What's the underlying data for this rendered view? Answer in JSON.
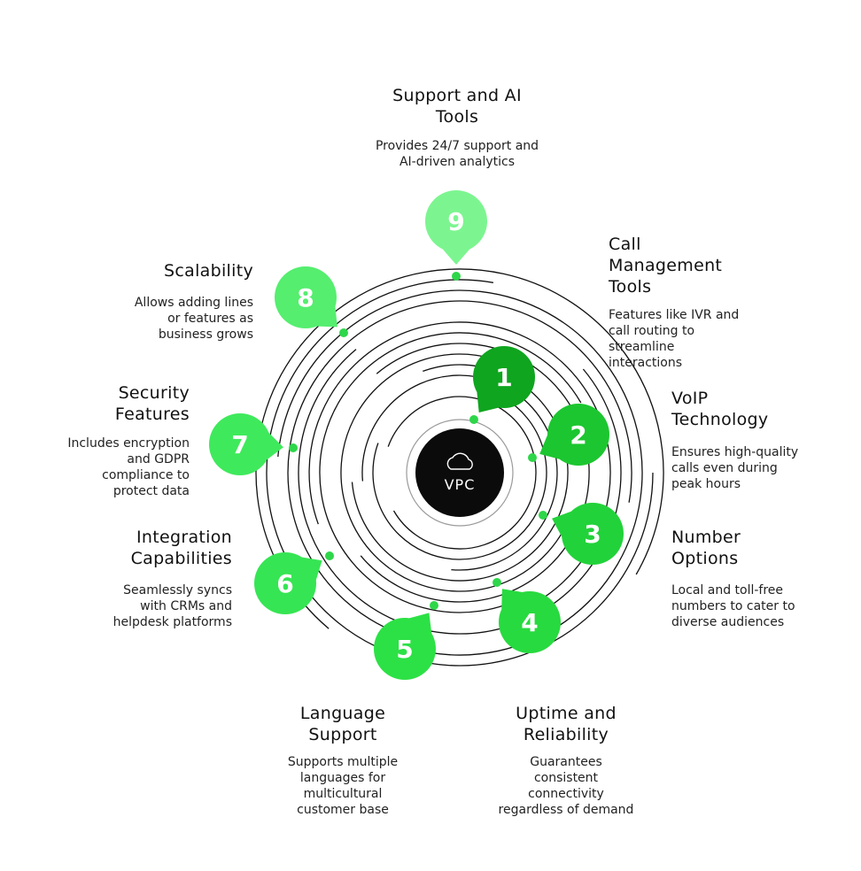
{
  "hub": {
    "label": "VPC",
    "icon": "cloud-icon"
  },
  "colors": {
    "ring": "#111111",
    "inner_ring": "#9a9a9a",
    "hub": "#0b0b0b",
    "dot": "#2ed64a",
    "badge_1": "#0fa51f",
    "badge_2": "#1cc630",
    "badge_3": "#22d23a",
    "badge_4": "#27da3f",
    "badge_5": "#2ce145",
    "badge_6": "#36e553",
    "badge_7": "#3fe95c",
    "badge_8": "#55ee6f",
    "badge_9": "#7cf590"
  },
  "features": [
    {
      "number": "1",
      "title_lines": [],
      "desc_lines": []
    },
    {
      "number": "2",
      "title_lines": [
        "VoIP",
        "Technology"
      ],
      "desc_lines": [
        "Ensures high-quality",
        "calls even during",
        "peak hours"
      ]
    },
    {
      "number": "3",
      "title_lines": [
        "Number",
        "Options"
      ],
      "desc_lines": [
        "Local and toll-free",
        "numbers to cater to",
        "diverse audiences"
      ]
    },
    {
      "number": "4",
      "title_lines": [
        "Uptime and",
        "Reliability"
      ],
      "desc_lines": [
        "Guarantees",
        "consistent",
        "connectivity",
        "regardless of demand"
      ]
    },
    {
      "number": "5",
      "title_lines": [
        "Language",
        "Support"
      ],
      "desc_lines": [
        "Supports multiple",
        "languages for",
        "multicultural",
        "customer base"
      ]
    },
    {
      "number": "6",
      "title_lines": [
        "Integration",
        "Capabilities"
      ],
      "desc_lines": [
        "Seamlessly syncs",
        "with CRMs and",
        "helpdesk platforms"
      ]
    },
    {
      "number": "7",
      "title_lines": [
        "Security",
        "Features"
      ],
      "desc_lines": [
        "Includes encryption",
        "and GDPR",
        "compliance to",
        "protect data"
      ]
    },
    {
      "number": "8",
      "title_lines": [
        "Scalability"
      ],
      "desc_lines": [
        "Allows adding lines",
        "or features as",
        "business grows"
      ]
    },
    {
      "number": "9",
      "title_lines": [
        "Support and AI",
        "Tools"
      ],
      "desc_lines": [
        "Provides 24/7 support and",
        "AI-driven analytics"
      ]
    }
  ],
  "call_management": {
    "title_lines": [
      "Call",
      "Management",
      "Tools"
    ],
    "desc_lines": [
      "Features like IVR and",
      "call routing to",
      "streamline",
      "interactions"
    ]
  }
}
